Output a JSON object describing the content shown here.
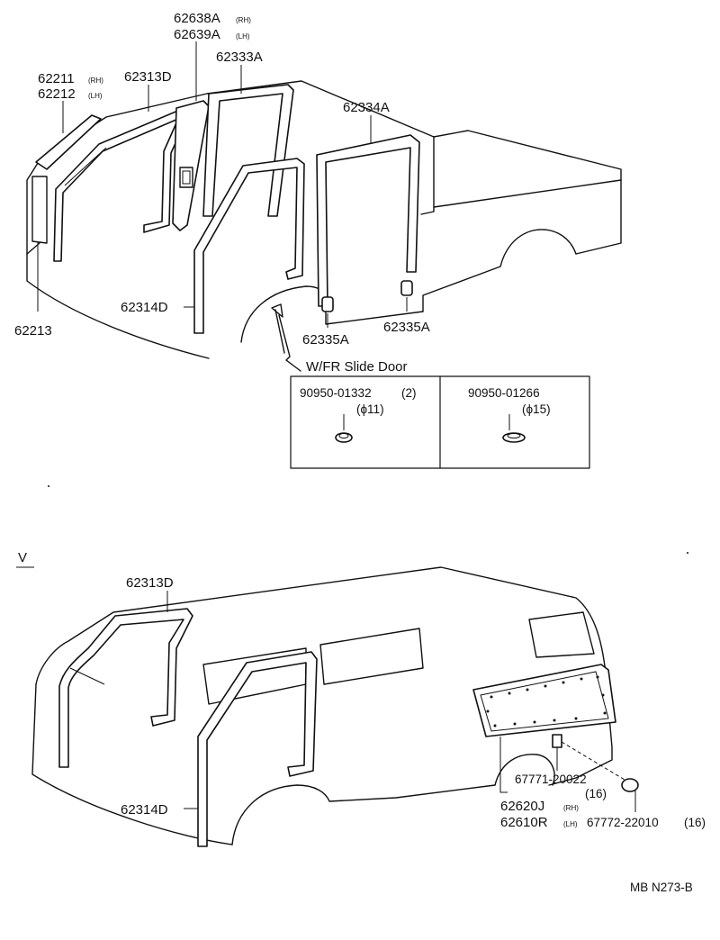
{
  "top_section": {
    "labels": {
      "p62638A": "62638A",
      "p62638A_side": "(RH)",
      "p62639A": "62639A",
      "p62639A_side": "(LH)",
      "p62333A": "62333A",
      "p62211": "62211",
      "p62211_side": "(RH)",
      "p62212": "62212",
      "p62212_side": "(LH)",
      "p62313D": "62313D",
      "p62334A": "62334A",
      "p62213": "62213",
      "p62314D": "62314D",
      "p62335A_left": "62335A",
      "p62335A_right": "62335A"
    },
    "variant_note": "W/FR Slide Door",
    "inset_box": {
      "left_part": "90950-01332",
      "left_qty": "(2)",
      "left_size": "(ϕ11)",
      "right_part": "90950-01266",
      "right_size": "(ϕ15)"
    }
  },
  "bottom_section": {
    "variant_mark": "V",
    "labels": {
      "p62313D": "62313D",
      "p62314D": "62314D",
      "p67771": "67771-20022",
      "p67771_qty": "(16)",
      "p62620J": "62620J",
      "p62620J_side": "(RH)",
      "p62610R": "62610R",
      "p62610R_side": "(LH)",
      "p67772": "67772-22010",
      "p67772_qty": "(16)"
    }
  },
  "figure_code": "MB N273-B"
}
